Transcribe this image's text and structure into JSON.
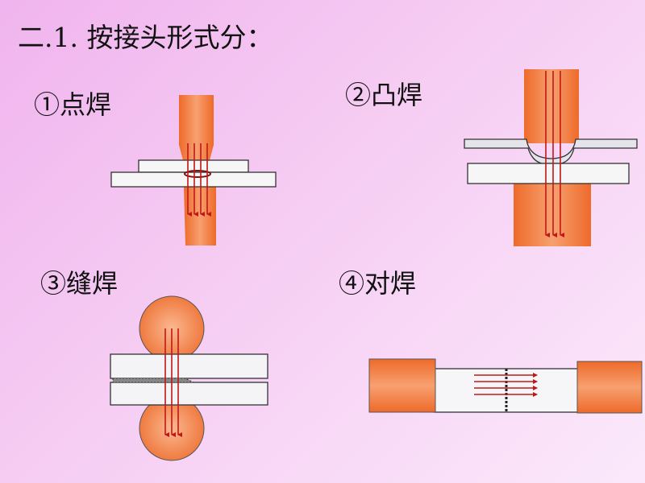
{
  "title": "二.1. 按接头形式分：",
  "sections": [
    {
      "label": "①点焊"
    },
    {
      "label": "②凸焊"
    },
    {
      "label": "③缝焊"
    },
    {
      "label": "④对焊"
    }
  ],
  "colors": {
    "electrode": "#f07a3a",
    "plate": "#f4f4f4",
    "current_arrow": "#c01818"
  }
}
